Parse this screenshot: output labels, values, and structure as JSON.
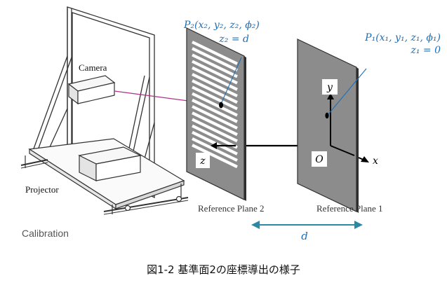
{
  "labels": {
    "camera": "Camera",
    "projector": "Projector",
    "reference_plane_2": "Reference Plane 2",
    "reference_plane_1": "Reference Plane 1",
    "p2_point": "P₂(x₂, y₂, z₂, ϕ₂)",
    "p2_z": "z₂ = d",
    "p1_point": "P₁(x₁, y₁, z₁, ϕ₁)",
    "p1_z": "z₁ = 0",
    "axis_y": "y",
    "axis_x": "x",
    "axis_z": "z",
    "origin": "O",
    "distance": "d"
  },
  "sublabel": "Calibration",
  "caption": "図1-2 基準面2の座標導出の様子",
  "colors": {
    "annotation_blue": "#1f6fb5",
    "arrow_teal": "#2b8aa3",
    "camera_ray": "#b0308a",
    "plane_gray": "#8c8c8c",
    "plane_edge": "#2e2e2e"
  }
}
